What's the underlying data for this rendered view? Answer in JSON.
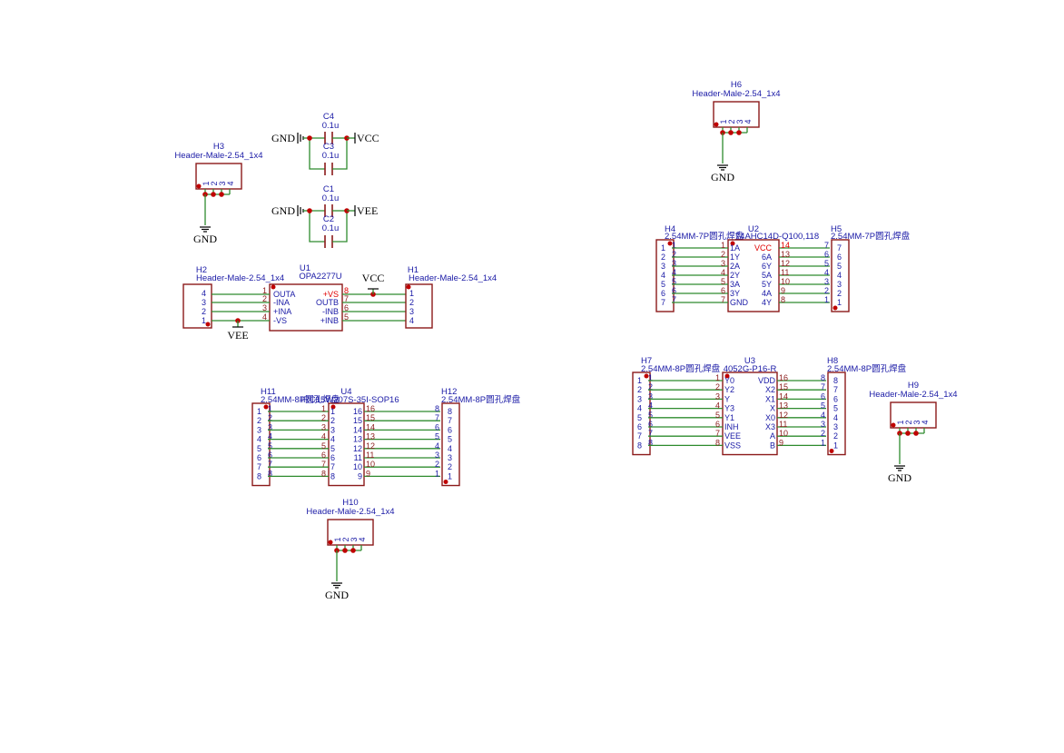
{
  "colors": {
    "wire": "#2e8b2e",
    "body": "#8b1a1a",
    "text": "#1a1aa6",
    "junction": "#c00000",
    "highlight": "#e00000"
  },
  "power": {
    "gnd": "GND",
    "vcc": "VCC",
    "vee": "VEE"
  },
  "caps": {
    "c4": {
      "ref": "C4",
      "value": "0.1u"
    },
    "c3": {
      "ref": "C3",
      "value": "0.1u"
    },
    "c1": {
      "ref": "C1",
      "value": "0.1u"
    },
    "c2": {
      "ref": "C2",
      "value": "0.1u"
    }
  },
  "headers": {
    "h3": {
      "ref": "H3",
      "value": "Header-Male-2.54_1x4"
    },
    "h2": {
      "ref": "H2",
      "value": "Header-Male-2.54_1x4"
    },
    "h1": {
      "ref": "H1",
      "value": "Header-Male-2.54_1x4"
    },
    "h6": {
      "ref": "H6",
      "value": "Header-Male-2.54_1x4"
    },
    "h9": {
      "ref": "H9",
      "value": "Header-Male-2.54_1x4"
    },
    "h10": {
      "ref": "H10",
      "value": "Header-Male-2.54_1x4"
    },
    "h4": {
      "ref": "H4",
      "value": "2.54MM-7P圆孔焊盘"
    },
    "h5": {
      "ref": "H5",
      "value": "2.54MM-7P圆孔焊盘"
    },
    "h7": {
      "ref": "H7",
      "value": "2.54MM-8P圆孔焊盘"
    },
    "h8": {
      "ref": "H8",
      "value": "2.54MM-8P圆孔焊盘"
    },
    "h11": {
      "ref": "H11",
      "value": "2.54MM-8P圆孔焊盘"
    },
    "h12": {
      "ref": "H12",
      "value": "2.54MM-8P圆孔焊盘"
    }
  },
  "ics": {
    "u1": {
      "ref": "U1",
      "value": "OPA2277U",
      "left_pins": [
        {
          "num": "1",
          "name": "OUTA"
        },
        {
          "num": "2",
          "name": "-INA"
        },
        {
          "num": "3",
          "name": "+INA"
        },
        {
          "num": "4",
          "name": "-VS"
        }
      ],
      "right_pins": [
        {
          "num": "8",
          "name": "+VS"
        },
        {
          "num": "7",
          "name": "OUTB"
        },
        {
          "num": "6",
          "name": "-INB"
        },
        {
          "num": "5",
          "name": "+INB"
        }
      ]
    },
    "u2": {
      "ref": "U2",
      "value": "74AHC14D-Q100,118",
      "left_pins": [
        {
          "num": "1",
          "name": "1A"
        },
        {
          "num": "2",
          "name": "1Y"
        },
        {
          "num": "3",
          "name": "2A"
        },
        {
          "num": "4",
          "name": "2Y"
        },
        {
          "num": "5",
          "name": "3A"
        },
        {
          "num": "6",
          "name": "3Y"
        },
        {
          "num": "7",
          "name": "GND"
        }
      ],
      "right_pins": [
        {
          "num": "14",
          "name": "VCC"
        },
        {
          "num": "13",
          "name": "6A"
        },
        {
          "num": "12",
          "name": "6Y"
        },
        {
          "num": "11",
          "name": "5A"
        },
        {
          "num": "10",
          "name": "5Y"
        },
        {
          "num": "9",
          "name": "4A"
        },
        {
          "num": "8",
          "name": "4Y"
        }
      ]
    },
    "u3": {
      "ref": "U3",
      "value": "4052G-P16-R",
      "left_pins": [
        {
          "num": "1",
          "name": "Y0"
        },
        {
          "num": "2",
          "name": "Y2"
        },
        {
          "num": "3",
          "name": "Y"
        },
        {
          "num": "4",
          "name": "Y3"
        },
        {
          "num": "5",
          "name": "Y1"
        },
        {
          "num": "6",
          "name": "INH"
        },
        {
          "num": "7",
          "name": "VEE"
        },
        {
          "num": "8",
          "name": "VSS"
        }
      ],
      "right_pins": [
        {
          "num": "16",
          "name": "VDD"
        },
        {
          "num": "15",
          "name": "X2"
        },
        {
          "num": "14",
          "name": "X1"
        },
        {
          "num": "13",
          "name": "X"
        },
        {
          "num": "12",
          "name": "X0"
        },
        {
          "num": "11",
          "name": "X3"
        },
        {
          "num": "10",
          "name": "A"
        },
        {
          "num": "9",
          "name": "B"
        }
      ]
    },
    "u4": {
      "ref": "U4",
      "value": "IRC15W207S-35I-SOP16",
      "left_pins": [
        {
          "num": "1",
          "name": "1"
        },
        {
          "num": "2",
          "name": "2"
        },
        {
          "num": "3",
          "name": "3"
        },
        {
          "num": "4",
          "name": "4"
        },
        {
          "num": "5",
          "name": "5"
        },
        {
          "num": "6",
          "name": "6"
        },
        {
          "num": "7",
          "name": "7"
        },
        {
          "num": "8",
          "name": "8"
        }
      ],
      "right_pins": [
        {
          "num": "16",
          "name": "16"
        },
        {
          "num": "15",
          "name": "15"
        },
        {
          "num": "14",
          "name": "14"
        },
        {
          "num": "13",
          "name": "13"
        },
        {
          "num": "12",
          "name": "12"
        },
        {
          "num": "11",
          "name": "11"
        },
        {
          "num": "10",
          "name": "10"
        },
        {
          "num": "9",
          "name": "9"
        }
      ]
    }
  }
}
